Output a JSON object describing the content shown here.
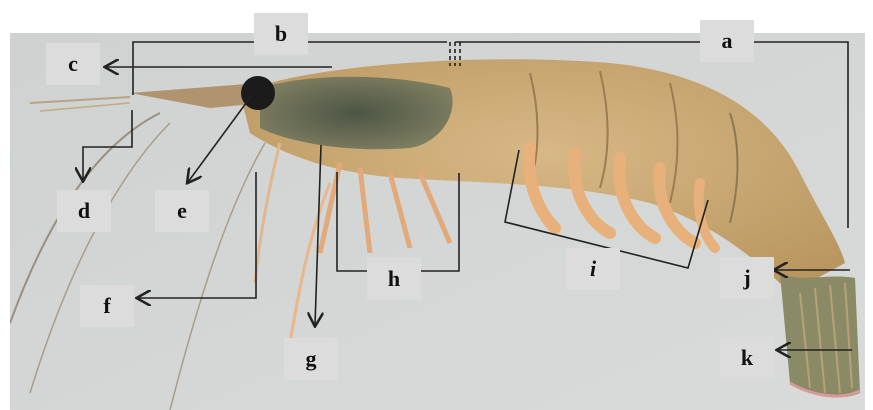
{
  "labels": {
    "a": "a",
    "b": "b",
    "c": "c",
    "d": "d",
    "e": "e",
    "f": "f",
    "g": "g",
    "h": "h",
    "i": "i",
    "j": "j",
    "k": "k"
  },
  "colors": {
    "background": "#d4d7d6",
    "shrimp_body": "#c9a874",
    "carapace_dark": "#4a5a4a",
    "leg_orange": "#e8b07a",
    "label_box": "#dcdcdc",
    "lines": "#222222"
  }
}
